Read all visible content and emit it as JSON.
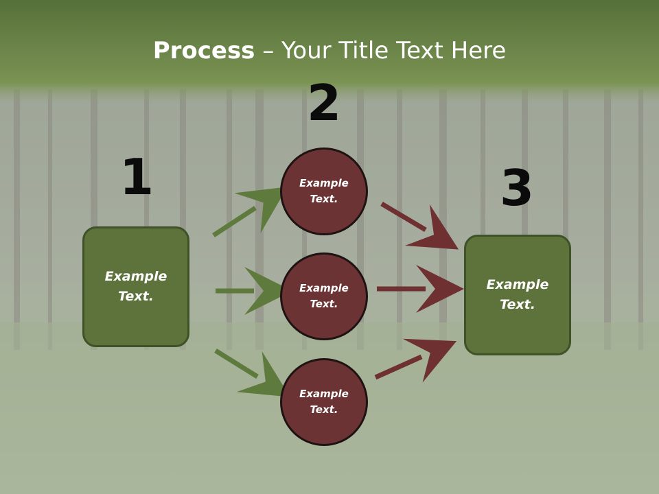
{
  "title": {
    "bold": "Process",
    "rest": " – Your Title Text Here"
  },
  "steps": [
    {
      "number": "1"
    },
    {
      "number": "2"
    },
    {
      "number": "3"
    }
  ],
  "nodes": {
    "start": "Example\nText.",
    "circle_top": "Example\nText.",
    "circle_middle": "Example\nText.",
    "circle_bottom": "Example\nText.",
    "end": "Example\nText."
  },
  "colors": {
    "title_band": "#6d8a45",
    "box_fill": "#5e733c",
    "circle_fill": "#6b3333",
    "arrow_green": "#5e7a3c",
    "arrow_red": "#6e3030"
  }
}
